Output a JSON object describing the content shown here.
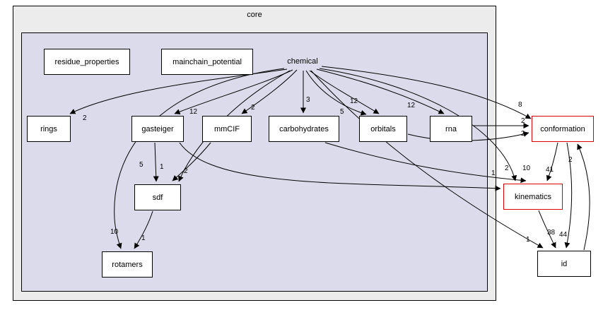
{
  "clusters": {
    "outer_label": "core",
    "inner_label": "chemical"
  },
  "nodes": [
    {
      "id": "residue_properties",
      "label": "residue_properties",
      "truncated": false
    },
    {
      "id": "mainchain_potential",
      "label": "mainchain_potential",
      "truncated": false
    },
    {
      "id": "rings",
      "label": "rings",
      "truncated": false
    },
    {
      "id": "gasteiger",
      "label": "gasteiger",
      "truncated": false
    },
    {
      "id": "mmCIF",
      "label": "mmCIF",
      "truncated": false
    },
    {
      "id": "carbohydrates",
      "label": "carbohydrates",
      "truncated": false
    },
    {
      "id": "orbitals",
      "label": "orbitals",
      "truncated": false
    },
    {
      "id": "rna",
      "label": "rna",
      "truncated": false
    },
    {
      "id": "sdf",
      "label": "sdf",
      "truncated": false
    },
    {
      "id": "rotamers",
      "label": "rotamers",
      "truncated": false
    },
    {
      "id": "conformation",
      "label": "conformation",
      "truncated": true
    },
    {
      "id": "kinematics",
      "label": "kinematics",
      "truncated": true
    },
    {
      "id": "id",
      "label": "id",
      "truncated": false
    }
  ],
  "edges": [
    {
      "from": "chemical",
      "to": "rings",
      "label": "2"
    },
    {
      "from": "chemical",
      "to": "gasteiger",
      "label": "12"
    },
    {
      "from": "chemical",
      "to": "mmCIF",
      "label": "2"
    },
    {
      "from": "chemical",
      "to": "carbohydrates",
      "label": "3"
    },
    {
      "from": "chemical",
      "to": "orbitals",
      "label": "12"
    },
    {
      "from": "chemical",
      "to": "orbitals",
      "label": "5"
    },
    {
      "from": "chemical",
      "to": "rna",
      "label": "12"
    },
    {
      "from": "chemical",
      "to": "conformation",
      "label": "8"
    },
    {
      "from": "rna",
      "to": "conformation",
      "label": "2"
    },
    {
      "from": "orbitals",
      "to": "conformation",
      "label": "2"
    },
    {
      "from": "chemical",
      "to": "kinematics",
      "label": "2"
    },
    {
      "from": "carbohydrates",
      "to": "kinematics",
      "label": "10"
    },
    {
      "from": "conformation",
      "to": "kinematics",
      "label": "41"
    },
    {
      "from": "gasteiger",
      "to": "kinematics",
      "label": "1"
    },
    {
      "from": "chemical",
      "to": "sdf",
      "label": "2"
    },
    {
      "from": "gasteiger",
      "to": "sdf",
      "label": "5"
    },
    {
      "from": "mmCIF",
      "to": "sdf",
      "label": "1"
    },
    {
      "from": "chemical",
      "to": "rotamers",
      "label": "10"
    },
    {
      "from": "sdf",
      "to": "rotamers",
      "label": "1"
    },
    {
      "from": "chemical",
      "to": "id",
      "label": "1"
    },
    {
      "from": "kinematics",
      "to": "id",
      "label": "38"
    },
    {
      "from": "conformation",
      "to": "id",
      "label": "44"
    },
    {
      "from": "id",
      "to": "conformation",
      "label": "2"
    }
  ],
  "colors": {
    "outer_cluster_fill": "#ececec",
    "inner_cluster_fill": "#dbdbeb",
    "node_fill": "#ffffff",
    "node_border": "#000000",
    "truncated_node_border": "#dd0000",
    "edge_color": "#000000"
  }
}
